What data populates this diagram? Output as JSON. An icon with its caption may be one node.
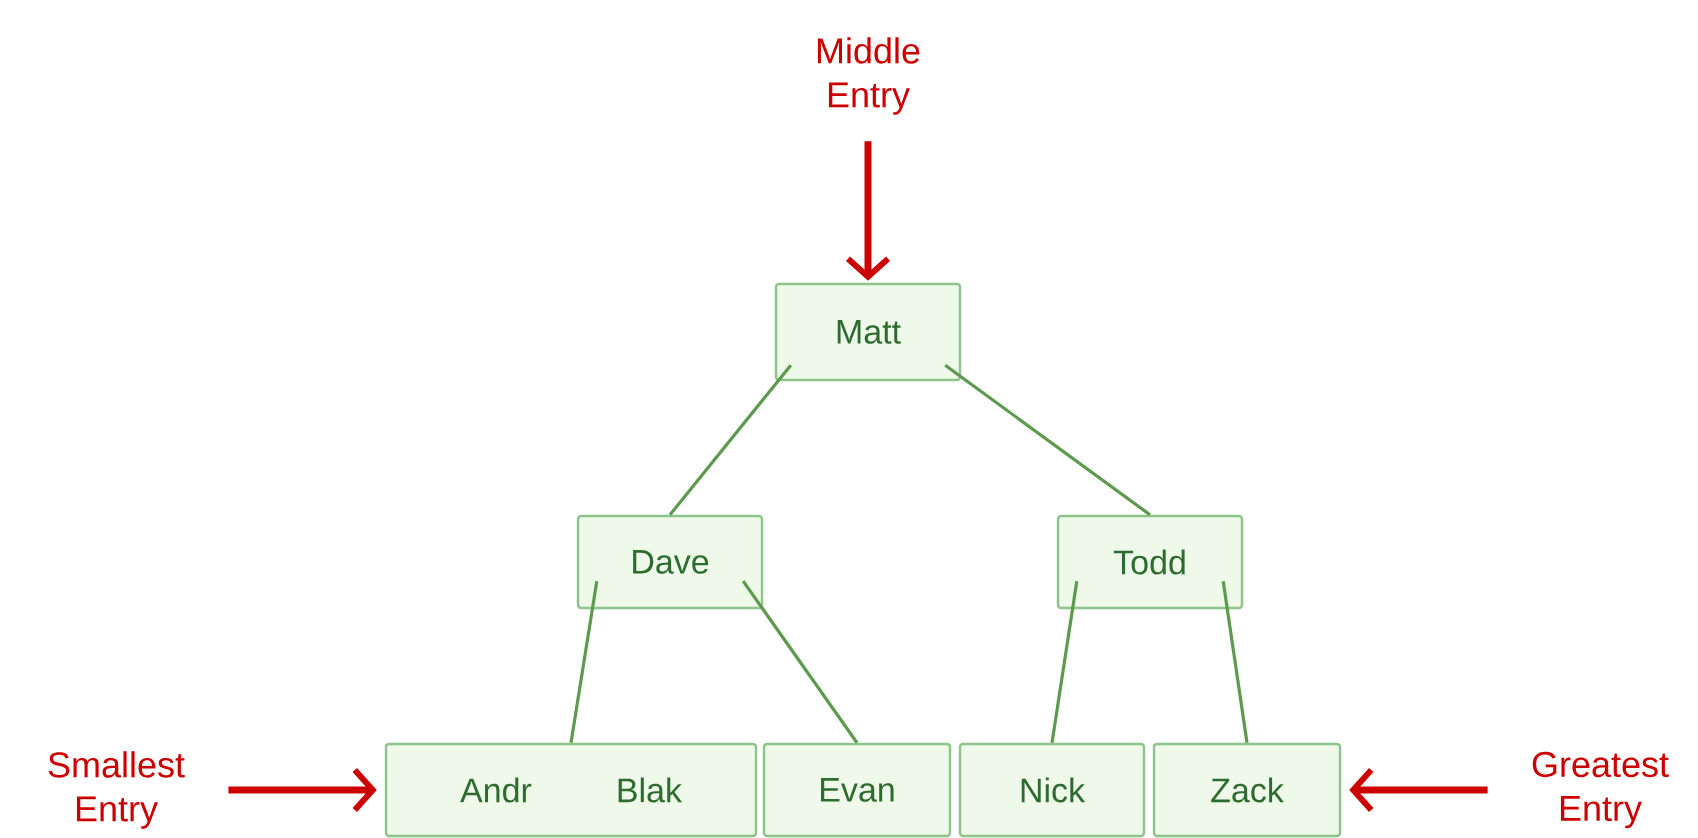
{
  "diagram": {
    "nodes": [
      {
        "text": [
          "Middle Entry"
        ]
      },
      {
        "text": [
          "Matt"
        ]
      },
      {
        "text": [
          "Dave"
        ]
      },
      {
        "text": [
          "Todd"
        ]
      },
      {
        "text": [
          "Smallest Entry"
        ]
      },
      {
        "text": [
          "Andr",
          "Blak"
        ]
      },
      {
        "text": [
          "Evan"
        ]
      },
      {
        "text": [
          "Nick"
        ]
      },
      {
        "text": [
          "Zack"
        ]
      },
      {
        "text": [
          "Greatest Entry"
        ]
      }
    ],
    "edges": [
      {
        "from": 0,
        "to": 1,
        "arrow": "to",
        "style": "thick",
        "color": "#cc0000"
      },
      {
        "from": 1,
        "to": 2,
        "arrow": "none"
      },
      {
        "from": 1,
        "to": 3,
        "arrow": "none"
      },
      {
        "from": 2,
        "to": 5,
        "arrow": "none"
      },
      {
        "from": 2,
        "to": 6,
        "arrow": "none"
      },
      {
        "from": 3,
        "to": 7,
        "arrow": "none"
      },
      {
        "from": 3,
        "to": 8,
        "arrow": "none"
      },
      {
        "from": 4,
        "to": 5,
        "arrow": "to",
        "style": "thick",
        "color": "#cc0000"
      },
      {
        "from": 9,
        "to": 8,
        "arrow": "to",
        "style": "thick",
        "color": "#cc0000"
      }
    ]
  }
}
